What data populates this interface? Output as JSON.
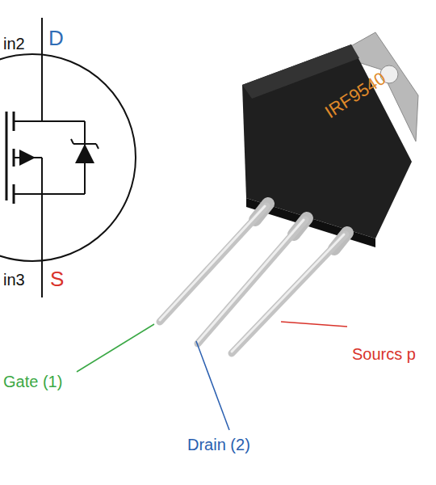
{
  "diagram": {
    "labels": [
      "in2",
      "D",
      "in3",
      "S",
      "IRF9540",
      "Gate (1)",
      "Drain (2)",
      "Sourcs p"
    ]
  }
}
